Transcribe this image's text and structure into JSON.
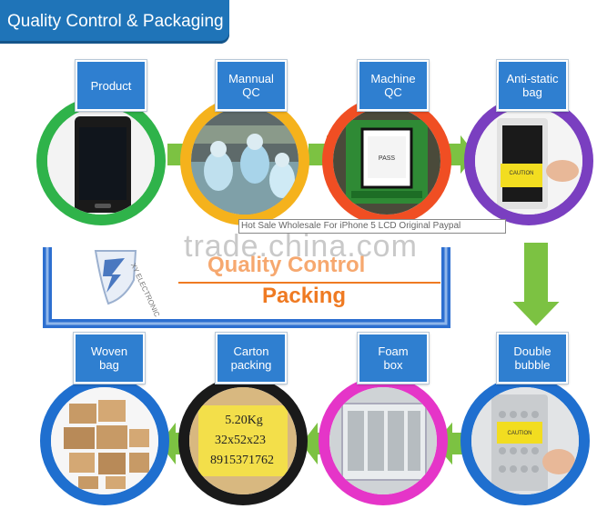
{
  "header": {
    "title": "Quality Control & Packaging"
  },
  "steps_top": [
    {
      "lines": [
        "Product"
      ],
      "ring_color": "#2fb34a"
    },
    {
      "lines": [
        "Mannual",
        "QC"
      ],
      "ring_color": "#f5b21c"
    },
    {
      "lines": [
        "Machine",
        "QC"
      ],
      "ring_color": "#f04e23"
    },
    {
      "lines": [
        "Anti-static",
        "bag"
      ],
      "ring_color": "#7a3fc0"
    }
  ],
  "steps_bottom": [
    {
      "lines": [
        "Woven",
        "bag"
      ],
      "ring_color": "#1f6fcf"
    },
    {
      "lines": [
        "Carton",
        "packing"
      ],
      "ring_color": "#1a1a1a"
    },
    {
      "lines": [
        "Foam",
        "box"
      ],
      "ring_color": "#e535c8"
    },
    {
      "lines": [
        "Double",
        "bubble"
      ],
      "ring_color": "#1f6fcf"
    }
  ],
  "center": {
    "watermark": "trade.china.com",
    "caption": "Hot Sale Wholesale For iPhone 5 LCD Original Paypal",
    "title_qc": "Quality Control",
    "title_packing": "Packing",
    "logo_text": "XY ELECTRONIC"
  },
  "carton_note": {
    "line1": "5.20Kg",
    "line2": "32x52x23",
    "line3": "8915371762"
  },
  "screen_text": "PASS",
  "caution_text": "CAUTION",
  "colors": {
    "header_bg": "#1f74b8",
    "label_bg": "#2f7fd0",
    "arrow_green": "#7cc242",
    "flow_blue": "#2d6fd0",
    "accent_orange": "#ef7a22"
  }
}
